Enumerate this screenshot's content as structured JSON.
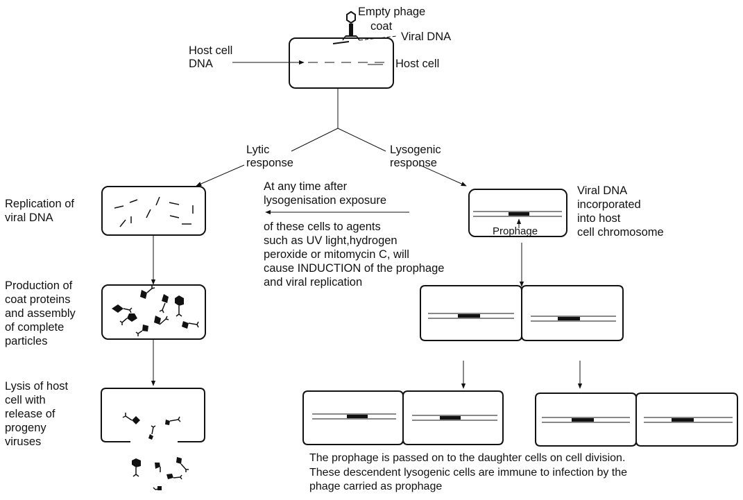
{
  "labels": {
    "empty_phage_coat": [
      "Empty phage",
      "coat"
    ],
    "viral_dna": "Viral  DNA",
    "host_cell_dna": [
      "Host cell",
      "DNA"
    ],
    "host_cell": "Host cell",
    "lytic_response": [
      "Lytic",
      "response"
    ],
    "lysogenic_response": [
      "Lysogenic",
      "response"
    ],
    "replication": [
      "Replication of",
      "viral DNA"
    ],
    "production": [
      "Production of",
      "coat proteins",
      "and  assembly",
      "of complete",
      "particles"
    ],
    "lysis": [
      "Lysis of host",
      "cell with",
      "release of",
      "progeny",
      "viruses"
    ],
    "induction_top": [
      "At any time after",
      "lysogenisation exposure"
    ],
    "induction_bottom": [
      "of these cells to agents",
      "such as UV light,hydrogen",
      "peroxide or mitomycin C, will",
      "cause INDUCTION of the prophage",
      "and viral replication"
    ],
    "prophage": "Prophage",
    "incorporated": [
      "Viral DNA",
      "incorporated",
      "into host",
      "cell chromosome"
    ],
    "caption": [
      "The prophage is passed on to the daughter cells on cell division.",
      "These descendent lysogenic cells are immune to infection by the",
      "phage carried as prophage"
    ]
  }
}
